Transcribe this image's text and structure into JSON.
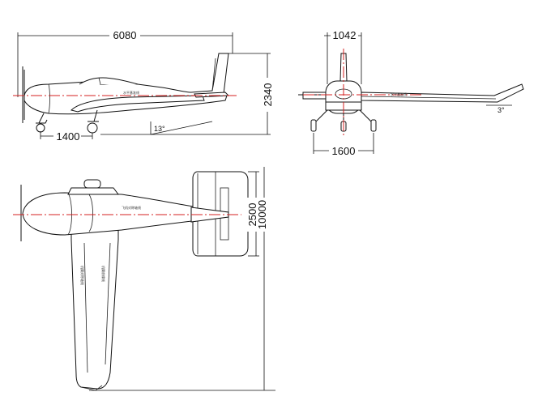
{
  "dimensions": {
    "side_length": "6080",
    "side_height": "2340",
    "side_gear_base": "1400",
    "side_tail_angle": "13°",
    "front_fuselage_width": "1042",
    "front_gear_track": "1600",
    "front_dihedral": "3°",
    "top_tail_span": "2500",
    "top_wing_span": "10000"
  },
  "labels": {
    "side_body_label": "水平基准线",
    "front_body_label": "水平基准线",
    "top_body_label": "飞机对称轴线",
    "top_wing_label_1": "机翼对称轴线",
    "top_wing_label_2": "机翼前缘线"
  },
  "colors": {
    "centerline": "#d42020",
    "lines": "#111111"
  }
}
